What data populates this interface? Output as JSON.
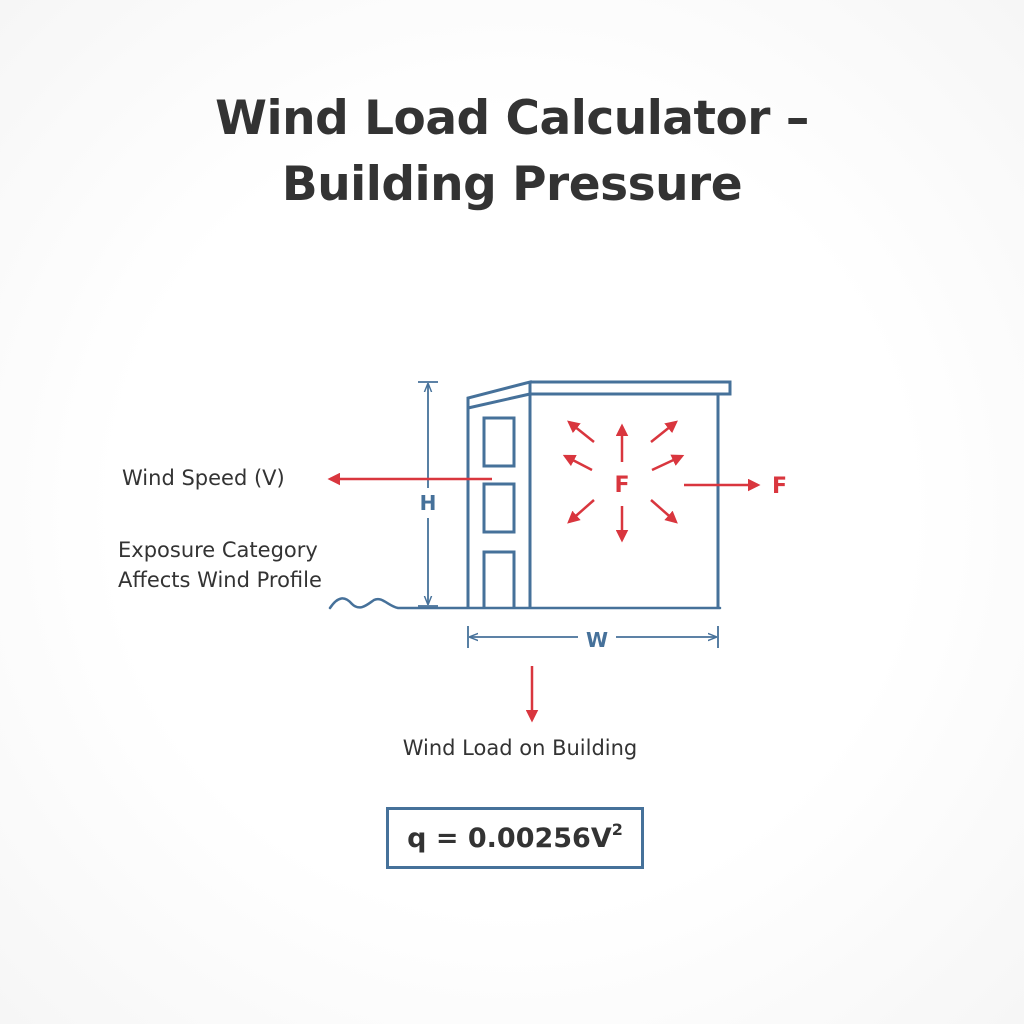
{
  "title": {
    "line1": "Wind Load Calculator –",
    "line2": "Building Pressure"
  },
  "labels": {
    "wind_speed": "Wind Speed (V)",
    "exposure_line1": "Exposure Category",
    "exposure_line2": "Affects Wind Profile",
    "height": "H",
    "width": "W",
    "force_center": "F",
    "force_right": "F",
    "wind_load": "Wind Load on Building"
  },
  "formula": {
    "base": "q = 0.00256V",
    "exponent": "2"
  },
  "colors": {
    "text": "#333333",
    "structure_blue": "#46719a",
    "force_red": "#d9363e"
  },
  "icons": {
    "building": "building-outline-icon",
    "wind_arrow": "arrow-left-icon",
    "force_arrows": "radial-arrows-icon",
    "ground": "wavy-ground-icon"
  }
}
